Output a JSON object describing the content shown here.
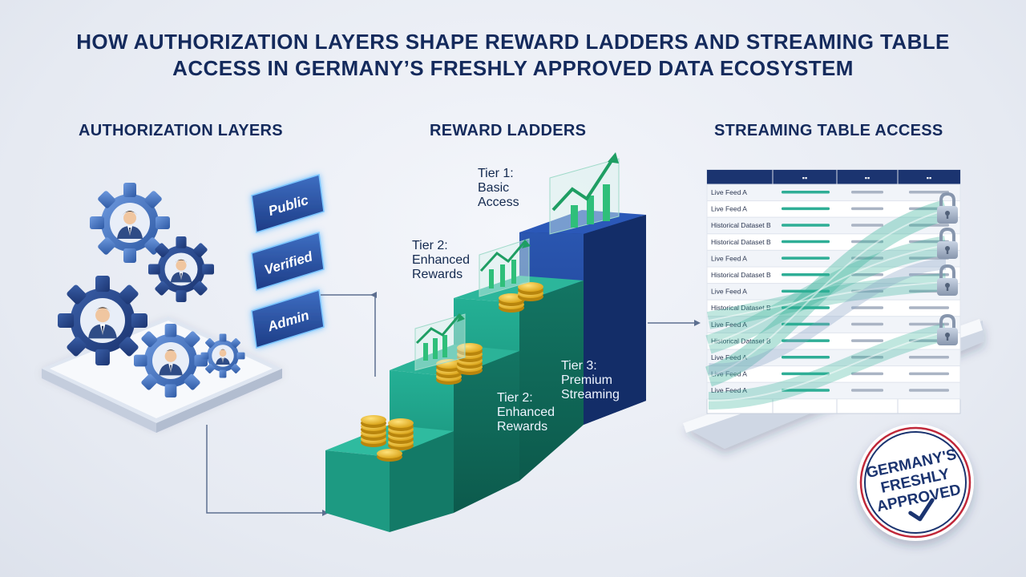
{
  "title": {
    "line1": "HOW AUTHORIZATION LAYERS SHAPE REWARD LADDERS AND STREAMING TABLE",
    "line2": "ACCESS IN GERMANY’S FRESHLY APPROVED DATA ECOSYSTEM"
  },
  "sections": {
    "authorization": "AUTHORIZATION LAYERS",
    "rewards": "REWARD LADDERS",
    "streaming": "STREAMING TABLE ACCESS"
  },
  "auth_levels": [
    "Public",
    "Verified",
    "Admin"
  ],
  "tiers": {
    "tier1": [
      "Tier 1:",
      "Basic",
      "Access"
    ],
    "tier2_top": [
      "Tier 2:",
      "Enhanced",
      "Rewards"
    ],
    "tier2_front": [
      "Tier 2:",
      "Enhanced",
      "Rewards"
    ],
    "tier3": [
      "Tier 3:",
      "Premium",
      "Streaming"
    ]
  },
  "table": {
    "headers": [
      "",
      "▪▪",
      "▪▪",
      "▪▪"
    ],
    "rows": [
      "Live Feed A",
      "Live Feed A",
      "Historical Dataset B",
      "Historical Dataset B",
      "Live Feed A",
      "Historical Dataset B",
      "Live Feed A",
      "Historical Dataset B",
      "Live Feed A",
      "Historical Dataset B",
      "Live Feed A",
      "Live Feed A",
      "Live Feed A"
    ]
  },
  "badge": {
    "lines": [
      "GERMANY'S",
      "FRESHLY",
      "APPROVED"
    ]
  },
  "colors": {
    "navy": "#1b3a7a",
    "teal": "#1f9a86",
    "gear_blue": "#3f6fb3",
    "gold": "#e5b122",
    "accent_green": "#2fbf7a",
    "badge_red": "#c0283a"
  }
}
